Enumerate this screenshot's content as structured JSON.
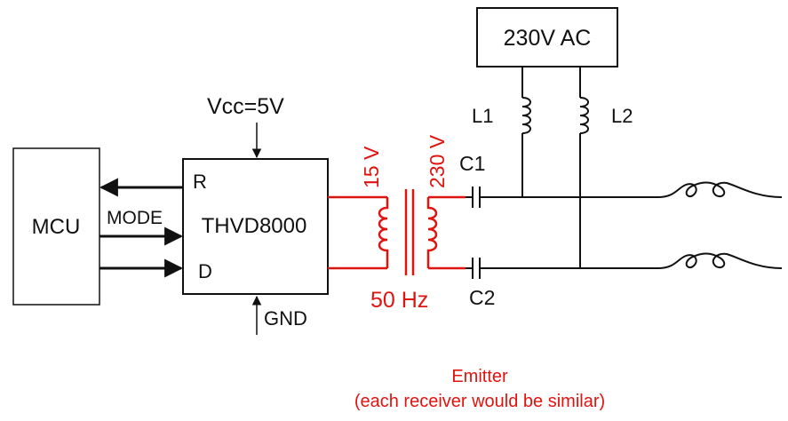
{
  "labels": {
    "ac_source": "230V AC",
    "vcc": "Vcc=5V",
    "mcu": "MCU",
    "chip": "THVD8000",
    "pin_r": "R",
    "pin_d": "D",
    "mode": "MODE",
    "gnd": "GND",
    "l1": "L1",
    "l2": "L2",
    "c1": "C1",
    "c2": "C2",
    "primary_voltage": "15 V",
    "secondary_voltage": "230 V",
    "frequency": "50 Hz",
    "caption_title": "Emitter",
    "caption_note": "(each receiver would be similar)"
  },
  "colors": {
    "line": "#111111",
    "accent": "#e0140f",
    "background": "#ffffff"
  }
}
